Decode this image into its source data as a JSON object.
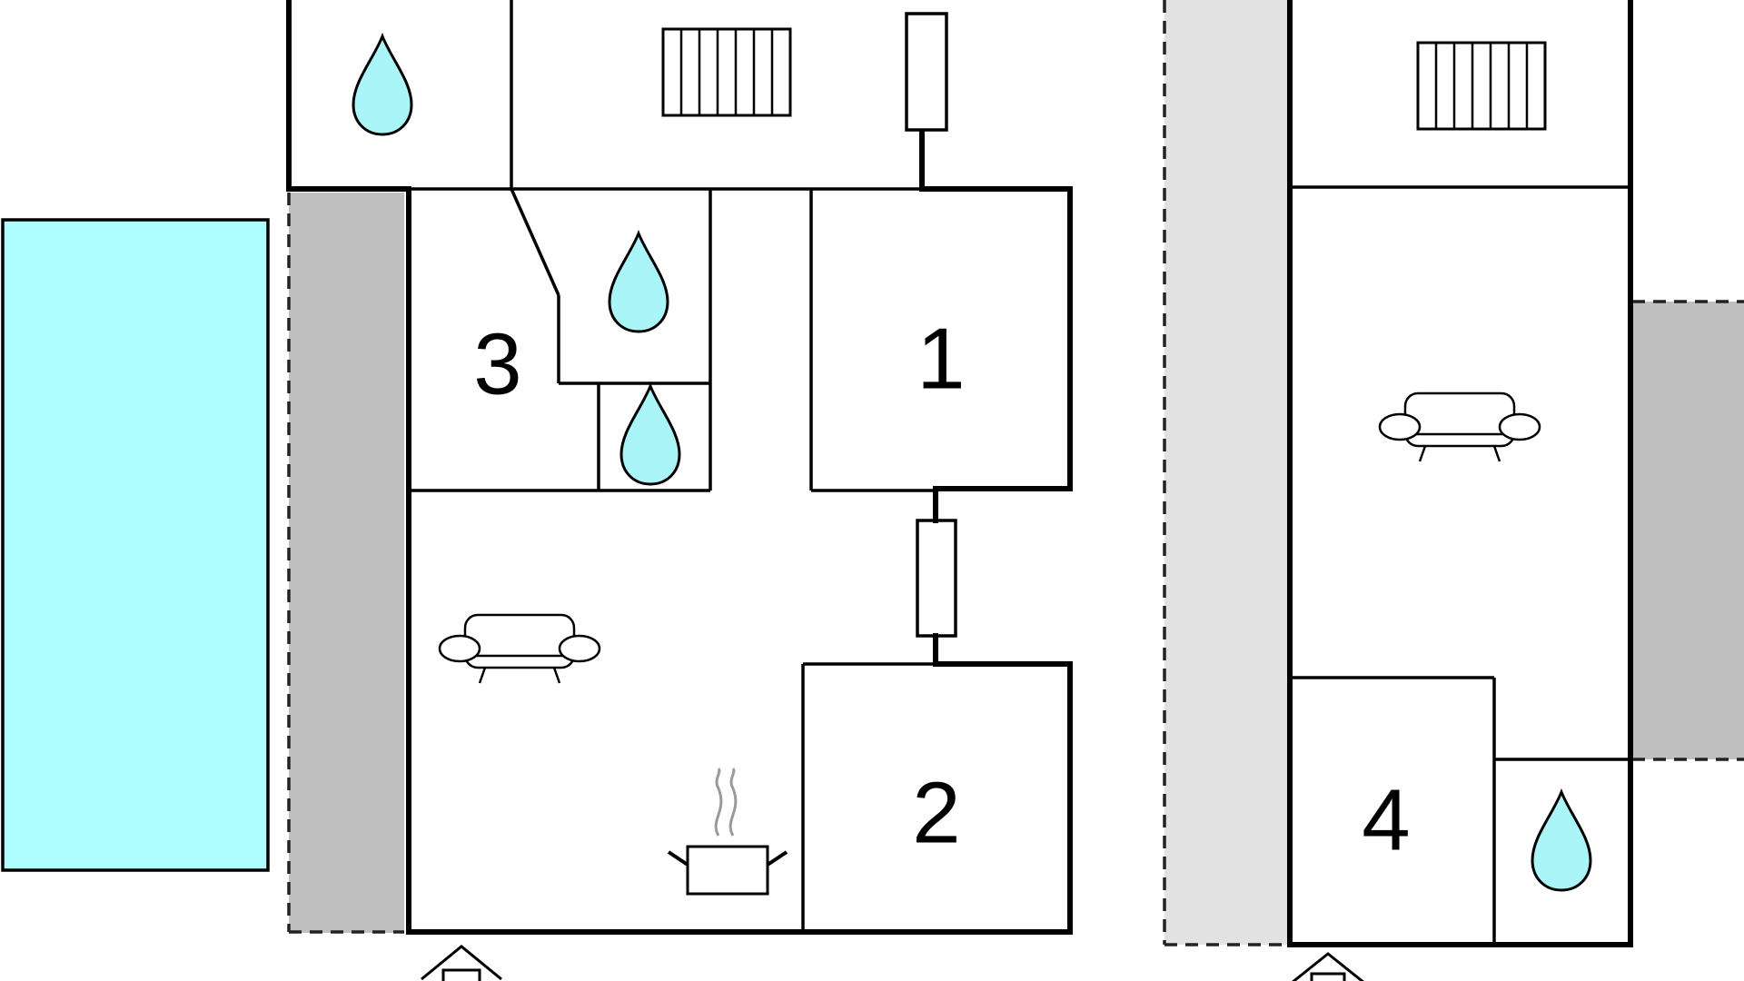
{
  "colors": {
    "pool": "#aefeff",
    "drop": "#a9f5f7",
    "terrace_dark": "#c0c0c0",
    "terrace_light": "#e2e2e2",
    "wall": "#000000",
    "steam": "#9a9a9a"
  },
  "rooms": {
    "room1": "1",
    "room2": "2",
    "room3": "3",
    "room4": "4"
  },
  "icons": [
    "water-drop-icon",
    "radiator-icon",
    "door-icon",
    "sofa-icon",
    "cooking-pot-icon",
    "entrance-arrow-icon"
  ]
}
